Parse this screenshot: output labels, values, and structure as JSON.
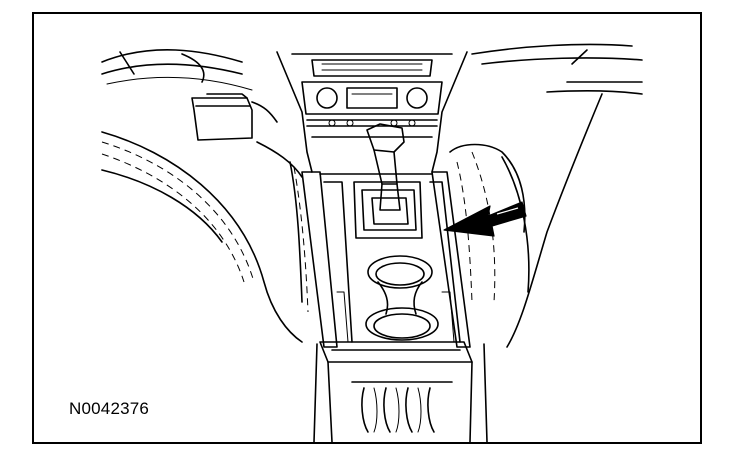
{
  "figure": {
    "reference_id": "N0042376"
  },
  "colors": {
    "line": "#000000",
    "background": "#ffffff"
  },
  "callouts": [
    {
      "name": "arrow",
      "points_to": "gear-shift-bezel"
    }
  ]
}
